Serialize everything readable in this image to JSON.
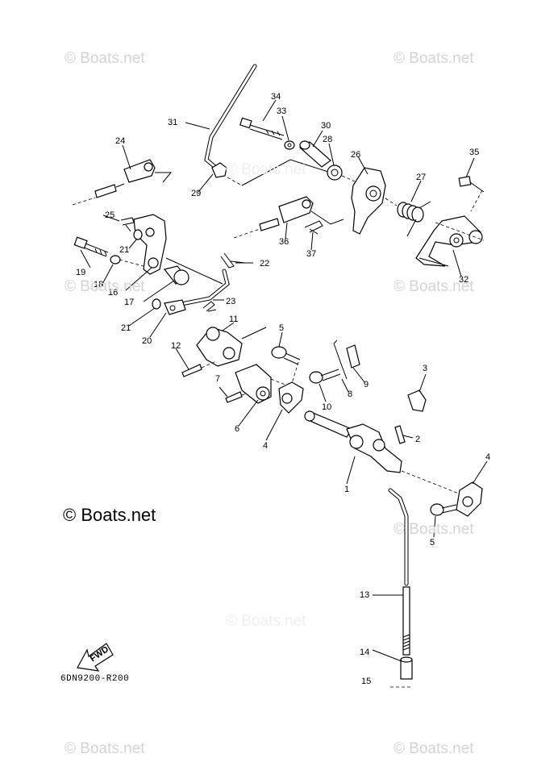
{
  "watermarks": [
    "© Boats.net",
    "© Boats.net",
    "© Boats.net",
    "© Boats.net",
    "© Boats.net",
    "© Boats.net",
    "© Boats.net",
    "© Boats.net",
    "© Boats.net",
    "© Boats.net"
  ],
  "brand": "© Boats.net",
  "diagram_code": "6DN9200-R200",
  "fwd_label": "FWD",
  "callouts": [
    "1",
    "2",
    "3",
    "4",
    "4",
    "5",
    "5",
    "6",
    "7",
    "8",
    "9",
    "10",
    "11",
    "12",
    "13",
    "14",
    "15",
    "16",
    "17",
    "18",
    "19",
    "20",
    "21",
    "21",
    "22",
    "23",
    "24",
    "25",
    "26",
    "27",
    "28",
    "29",
    "30",
    "31",
    "32",
    "33",
    "34",
    "35",
    "36",
    "37"
  ]
}
